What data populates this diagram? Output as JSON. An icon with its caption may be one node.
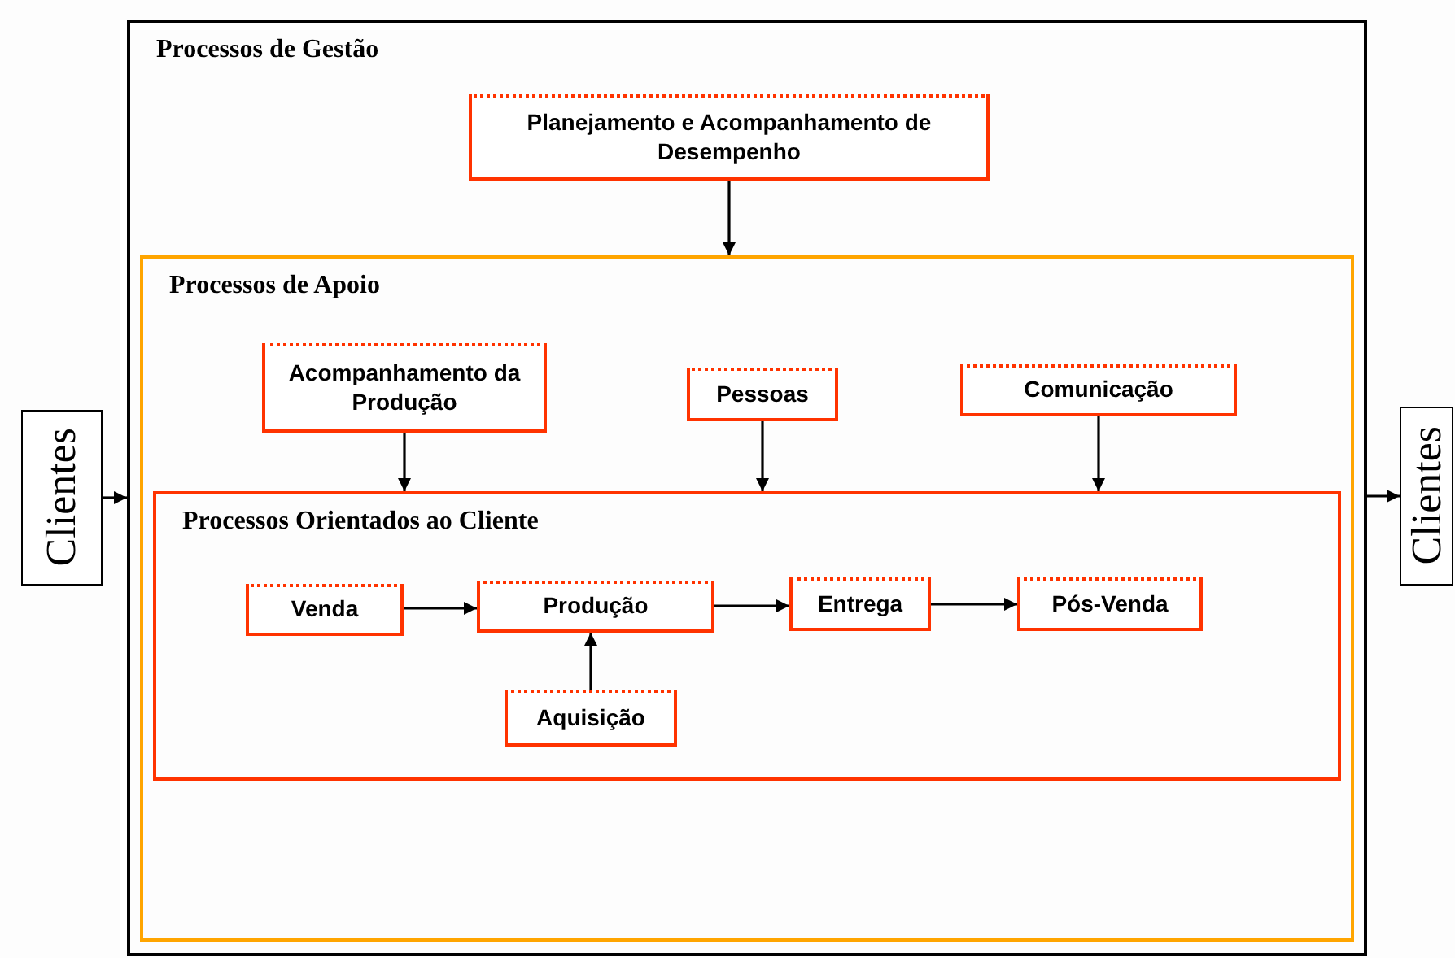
{
  "diagram": {
    "nodes": [
      {
        "text": [
          "Clientes"
        ]
      },
      {
        "text": [
          "Processos de Gestão"
        ]
      },
      {
        "text": [
          "Planejamento e Acompanhamento de Desempenho"
        ],
        "in": 1
      },
      {
        "text": [
          "Processos de Apoio"
        ],
        "in": 1
      },
      {
        "text": [
          "Acompanhamento da Produção"
        ],
        "in": 3
      },
      {
        "text": [
          "Pessoas"
        ],
        "in": 3
      },
      {
        "text": [
          "Comunicação"
        ],
        "in": 3
      },
      {
        "text": [
          "Processos Orientados ao Cliente"
        ],
        "in": 3
      },
      {
        "text": [
          "Venda"
        ],
        "in": 7
      },
      {
        "text": [
          "Produção"
        ],
        "in": 7
      },
      {
        "text": [
          "Entrega"
        ],
        "in": 7
      },
      {
        "text": [
          "Pós-Venda"
        ],
        "in": 7
      },
      {
        "text": [
          "Aquisição"
        ],
        "in": 7
      },
      {
        "text": [
          "Clientes"
        ]
      }
    ],
    "edges": [
      {
        "from": 0,
        "to": 1,
        "arrow": "to"
      },
      {
        "from": 1,
        "to": 13,
        "arrow": "to"
      },
      {
        "from": 2,
        "to": 3,
        "arrow": "to"
      },
      {
        "from": 4,
        "to": 7,
        "arrow": "to"
      },
      {
        "from": 5,
        "to": 7,
        "arrow": "to"
      },
      {
        "from": 6,
        "to": 7,
        "arrow": "to"
      },
      {
        "from": 8,
        "to": 9,
        "arrow": "to"
      },
      {
        "from": 9,
        "to": 10,
        "arrow": "to"
      },
      {
        "from": 10,
        "to": 11,
        "arrow": "to"
      },
      {
        "from": 12,
        "to": 9,
        "arrow": "to"
      }
    ]
  }
}
